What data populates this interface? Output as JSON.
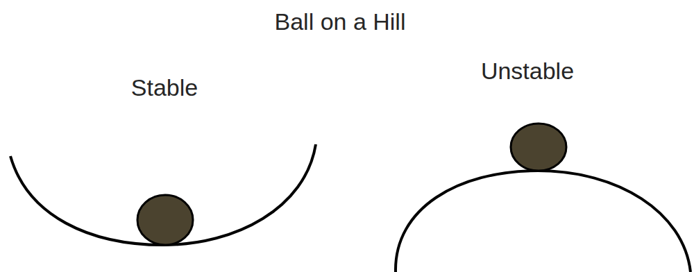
{
  "diagram": {
    "title": "Ball on a Hill",
    "labels": [
      "Stable",
      "Unstable"
    ]
  }
}
